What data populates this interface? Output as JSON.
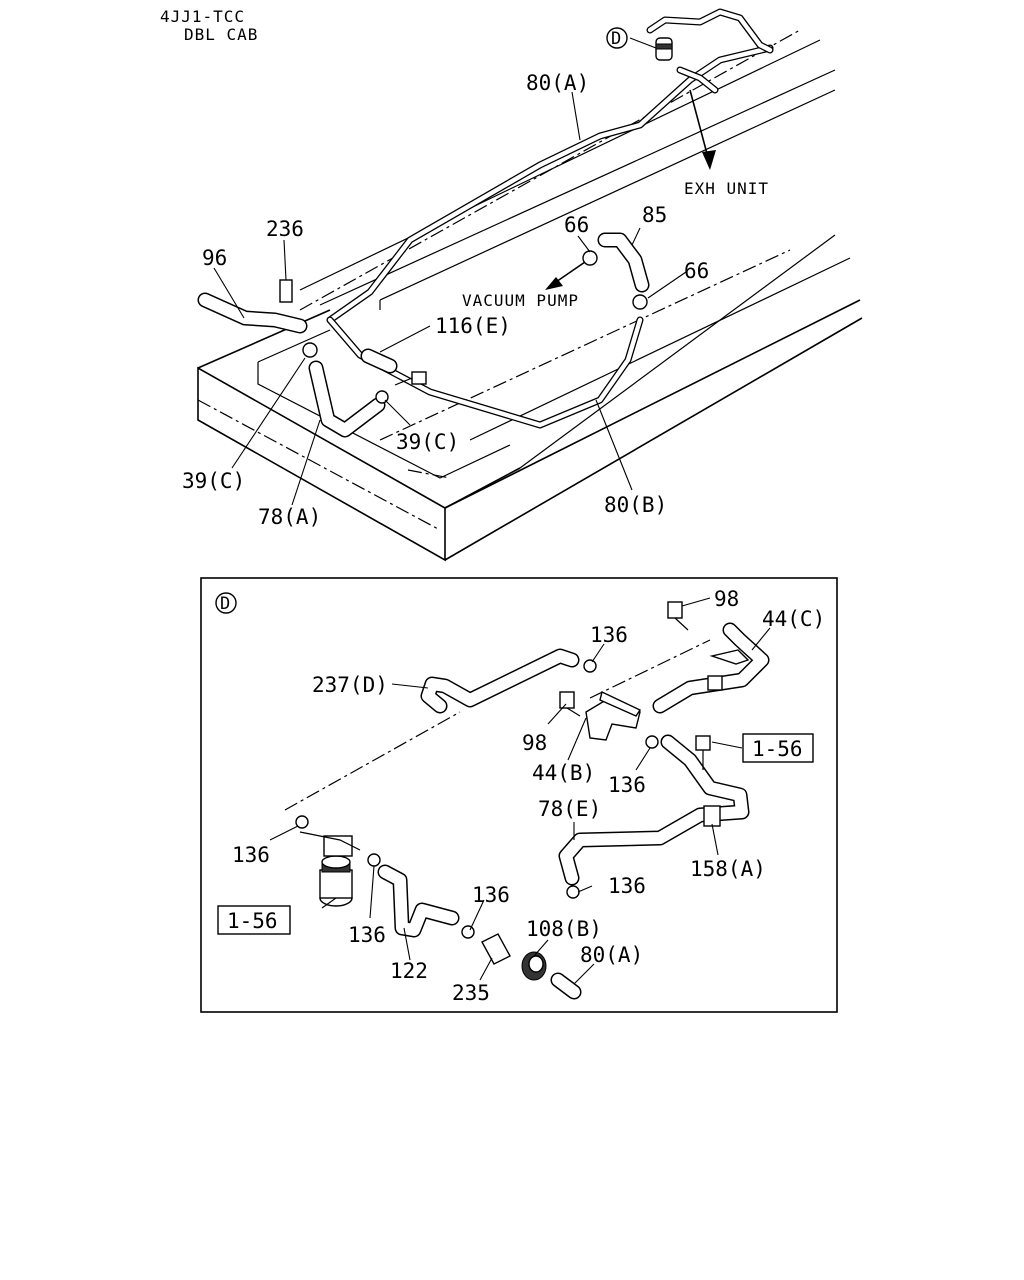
{
  "header": {
    "line1": "4JJ1-TCC",
    "line2": "DBL CAB"
  },
  "callouts": {
    "c80a_top": "80(A)",
    "exh_unit": "EXH UNIT",
    "c236": "236",
    "c96": "96",
    "c66_left": "66",
    "c85": "85",
    "c66_right": "66",
    "vacuum_pump": "VACUUM PUMP",
    "c116e": "116(E)",
    "c39c_mid": "39(C)",
    "c39c_left": "39(C)",
    "c78a": "78(A)",
    "c80b": "80(B)",
    "detail_marker": "D"
  },
  "detail": {
    "marker": "D",
    "labels": {
      "c98_top": "98",
      "c44c": "44(C)",
      "c136_top": "136",
      "c237d": "237(D)",
      "c98_mid": "98",
      "c44b": "44(B)",
      "c136_mid": "136",
      "ref_156_right": "1-56",
      "c78e": "78(E)",
      "c158a": "158(A)",
      "c136_left": "136",
      "c136_low": "136",
      "ref_156_left": "1-56",
      "c136_bottom": "136",
      "c136_center": "136",
      "c108b": "108(B)",
      "c80a": "80(A)",
      "c122": "122",
      "c235": "235"
    }
  }
}
